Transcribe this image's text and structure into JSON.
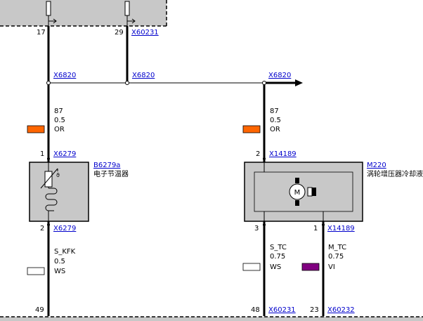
{
  "connectors": {
    "x6820_left": "X6820",
    "x6820_mid": "X6820",
    "x6820_right": "X6820",
    "x60231_top": "X60231",
    "x6279_top": "X6279",
    "x6279_bottom": "X6279",
    "x14189_top": "X14189",
    "x14189_bottom": "X14189",
    "x60231_bottom": "X60231",
    "x60232_bottom": "X60232"
  },
  "pins": {
    "p17": "17",
    "p29": "29",
    "p1_left": "1",
    "p2_left_bottom": "2",
    "p2_right_top": "2",
    "p3": "3",
    "p1_right": "1",
    "p49": "49",
    "p48": "48",
    "p23": "23"
  },
  "wires": {
    "left_top": {
      "code": "87",
      "gauge": "0.5",
      "color": "OR",
      "swatch": "#ff6600"
    },
    "right_top": {
      "code": "87",
      "gauge": "0.5",
      "color": "OR",
      "swatch": "#ff6600"
    },
    "left_bottom": {
      "code": "S_KFK",
      "gauge": "0.5",
      "color": "WS",
      "swatch": "#ffffff"
    },
    "right_bottom_a": {
      "code": "S_TC",
      "gauge": "0.75",
      "color": "WS",
      "swatch": "#ffffff"
    },
    "right_bottom_b": {
      "code": "M_TC",
      "gauge": "0.75",
      "color": "VI",
      "swatch": "#800080"
    }
  },
  "components": {
    "thermostat": {
      "id": "B6279a",
      "name": "电子节温器"
    },
    "motor": {
      "id": "M220",
      "name": "涡轮增压器冷却液"
    }
  },
  "symbols": {
    "theta": "ϑ",
    "motor_letter": "M"
  }
}
